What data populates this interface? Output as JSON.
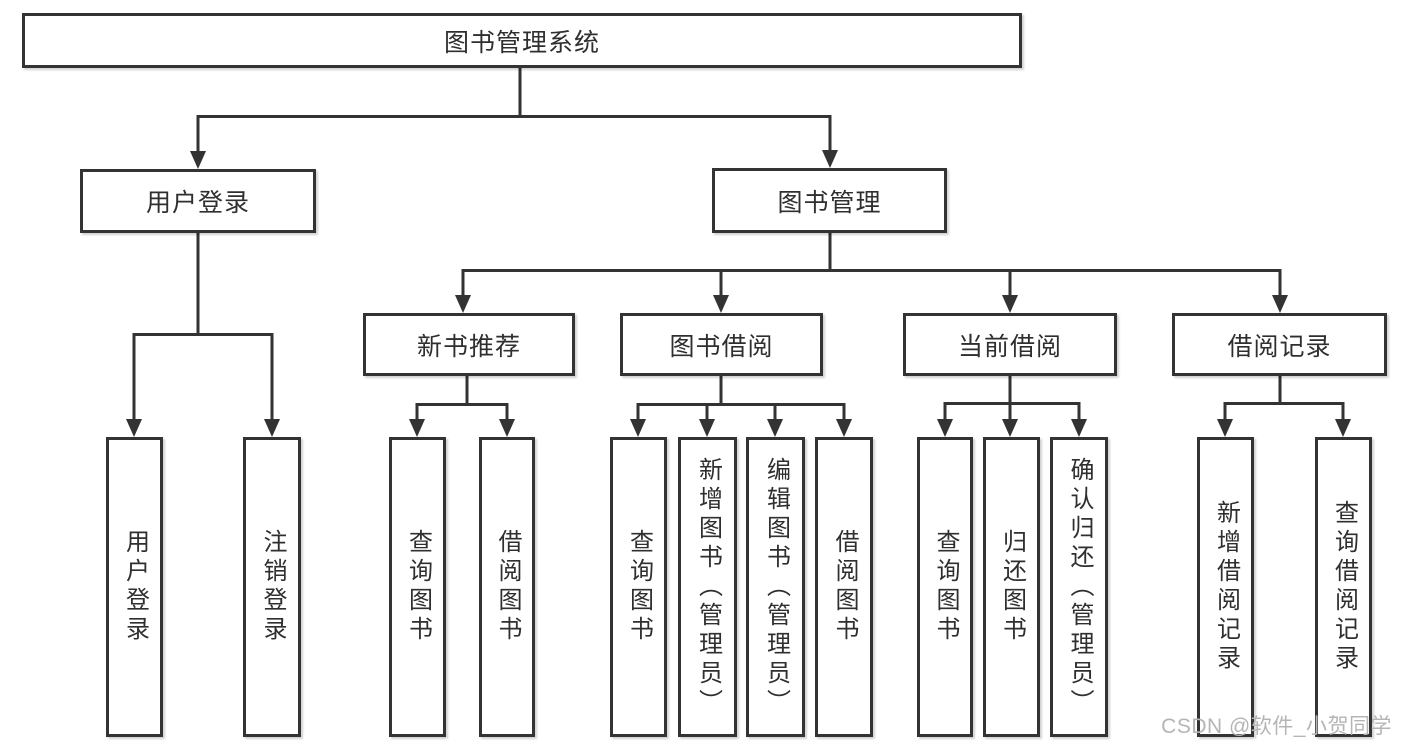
{
  "diagram": {
    "root": "图书管理系统",
    "branches": [
      {
        "label": "用户登录",
        "children": [
          "用户登录",
          "注销登录"
        ]
      },
      {
        "label": "图书管理",
        "groups": [
          {
            "label": "新书推荐",
            "children": [
              "查询图书",
              "借阅图书"
            ]
          },
          {
            "label": "图书借阅",
            "children": [
              "查询图书",
              "新增图书（管理员）",
              "编辑图书（管理员）",
              "借阅图书"
            ]
          },
          {
            "label": "当前借阅",
            "children": [
              "查询图书",
              "归还图书",
              "确认归还（管理员）"
            ]
          },
          {
            "label": "借阅记录",
            "children": [
              "新增借阅记录",
              "查询借阅记录"
            ]
          }
        ]
      }
    ]
  },
  "watermark": "CSDN @软件_小贺同学",
  "colors": {
    "line": "#333333",
    "text": "#2f2f2f",
    "watermark": "#b5b5b5",
    "background": "#ffffff"
  }
}
